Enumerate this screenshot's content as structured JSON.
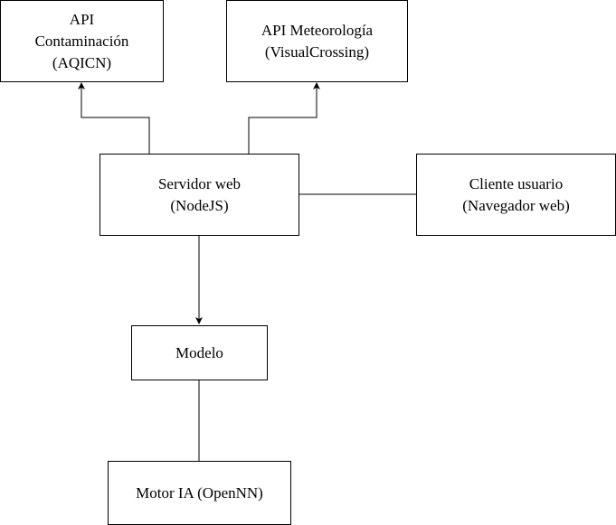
{
  "diagram": {
    "nodes": {
      "api_contaminacion": {
        "lines": [
          "API",
          "Contaminación",
          "(AQICN)"
        ]
      },
      "api_meteorologia": {
        "lines": [
          "API Meteorología",
          "(VisualCrossing)"
        ]
      },
      "servidor_web": {
        "lines": [
          "Servidor web",
          "(NodeJS)"
        ]
      },
      "cliente_usuario": {
        "lines": [
          "Cliente usuario",
          "(Navegador web)"
        ]
      },
      "modelo": {
        "lines": [
          "Modelo"
        ]
      },
      "motor_ia": {
        "lines": [
          "Motor IA (OpenNN)"
        ]
      }
    },
    "edges": [
      {
        "from": "servidor_web",
        "to": "api_contaminacion",
        "arrow": true
      },
      {
        "from": "servidor_web",
        "to": "api_meteorologia",
        "arrow": true
      },
      {
        "from": "servidor_web",
        "to": "cliente_usuario",
        "arrow": false
      },
      {
        "from": "servidor_web",
        "to": "modelo",
        "arrow": true
      },
      {
        "from": "modelo",
        "to": "motor_ia",
        "arrow": false
      }
    ],
    "colors": {
      "stroke": "#000000",
      "fill": "#ffffff",
      "text": "#000000"
    }
  }
}
